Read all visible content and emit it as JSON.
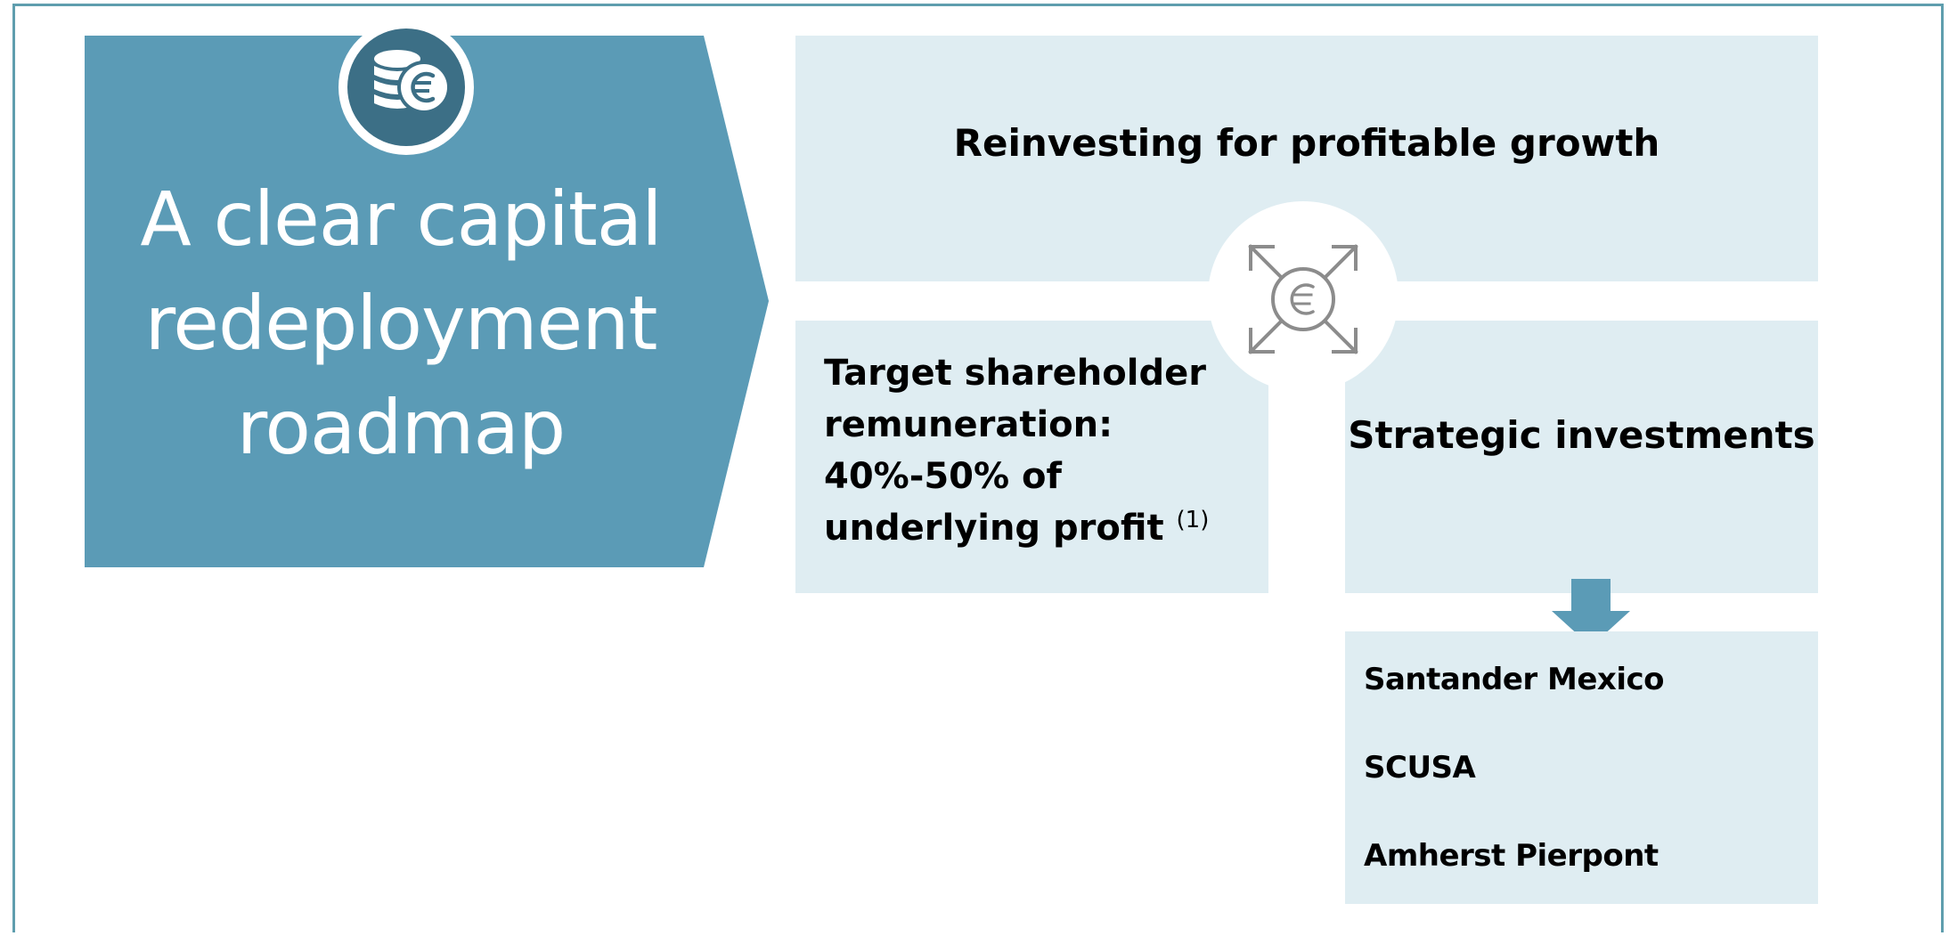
{
  "banner": {
    "title": "A clear capital\nredeployment\nroadmap",
    "icon": "coins-euro-icon"
  },
  "top_box": {
    "label": "Reinvesting for profitable growth"
  },
  "hub": {
    "icon": "euro-expand-icon"
  },
  "left_box": {
    "label": "Target shareholder remuneration: 40%-50% of underlying profit",
    "footnote": "(1)"
  },
  "right_box": {
    "label": "Strategic investments"
  },
  "investments": {
    "items": [
      "Santander Mexico",
      "SCUSA",
      "Amherst Pierpont"
    ]
  },
  "colors": {
    "banner": "#5b9bb6",
    "box": "#dfedf2",
    "badge": "#3c6f86",
    "hub_icon": "#8c8c8c",
    "frame": "#5f9eae"
  }
}
